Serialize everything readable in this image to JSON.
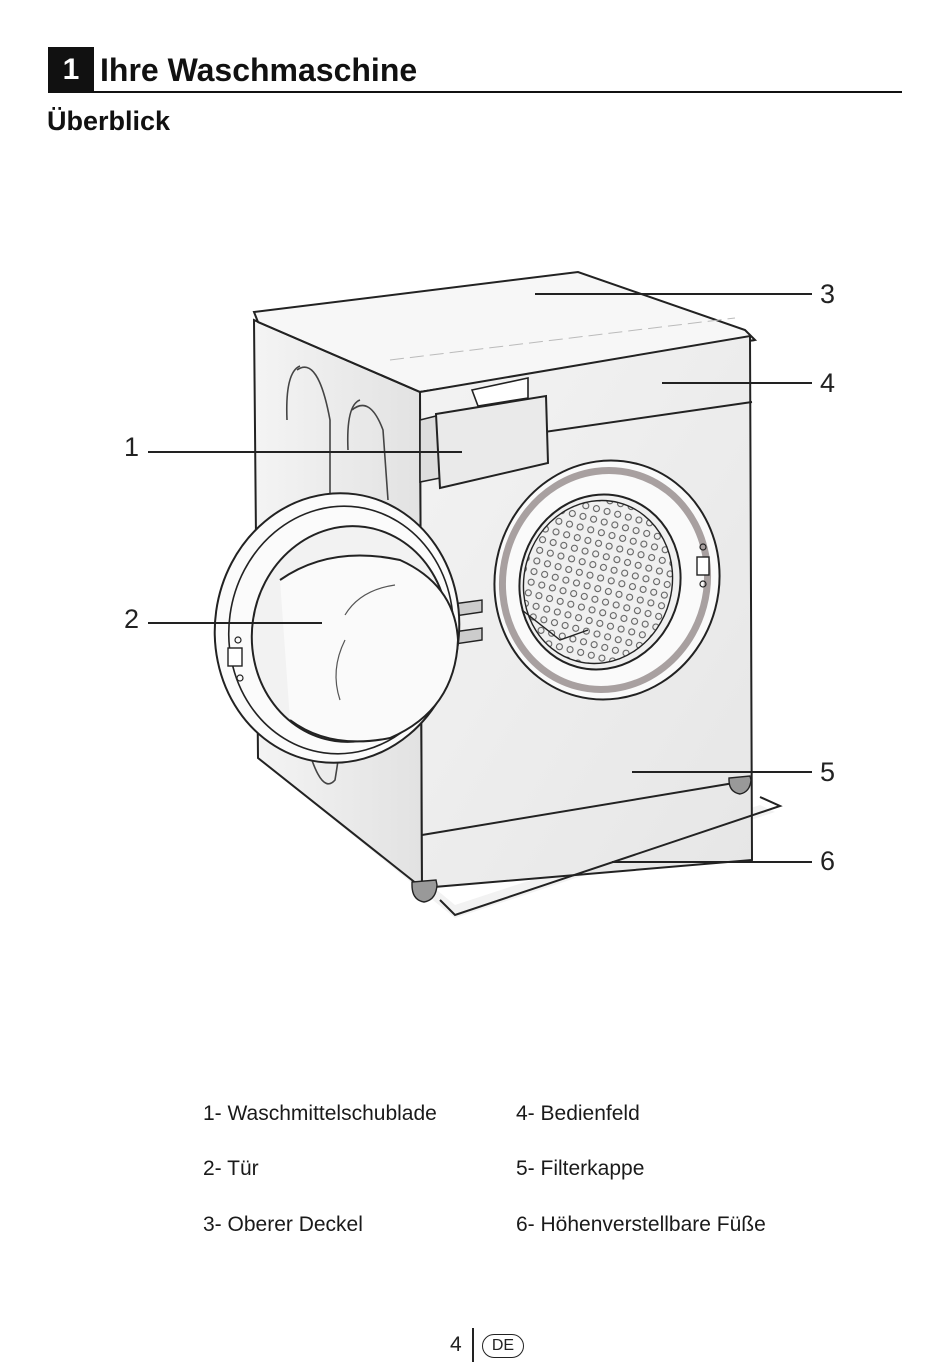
{
  "chapter": {
    "number": "1",
    "title": "Ihre Waschmaschine"
  },
  "section": {
    "title": "Überblick"
  },
  "figure": {
    "callouts": [
      "1",
      "2",
      "3",
      "4",
      "5",
      "6"
    ]
  },
  "legend": {
    "items": [
      "1- Waschmittelschublade",
      "2- Tür",
      "3- Oberer Deckel",
      "4- Bedienfeld",
      "5- Filterkappe",
      "6- Höhenverstellbare Füße"
    ]
  },
  "footer": {
    "page_number": "4",
    "language": "DE"
  },
  "colors": {
    "text": "#111111",
    "line": "#222222",
    "door_ring": "#a8a0a0",
    "feet": "#999999"
  }
}
